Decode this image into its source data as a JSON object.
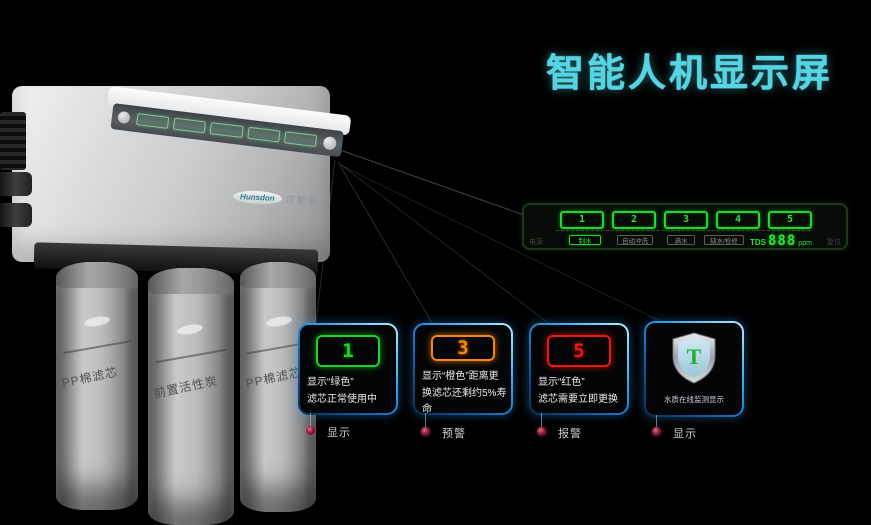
{
  "title": "智能人机显示屏",
  "machine": {
    "brand": "Hunsdon",
    "brand_cn": "汉斯顿",
    "filters": [
      "PP棉滤芯",
      "前置活性炭",
      "PP棉滤芯"
    ]
  },
  "panel": {
    "slots": [
      "1",
      "2",
      "3",
      "4",
      "5"
    ],
    "power_label": "电源",
    "reset_label": "复位",
    "status_labels": [
      "制水",
      "自动冲洗",
      "满水",
      "缺水/检修"
    ],
    "tds_label": "TDS",
    "tds_value": "888",
    "tds_unit": "ppm"
  },
  "callouts": [
    {
      "badge": "1",
      "line1": "显示“绿色”",
      "line2": "滤芯正常使用中",
      "tag": "显示"
    },
    {
      "badge": "3",
      "line1": "显示“橙色”距离更",
      "line2": "换滤芯还剩约5%寿命",
      "tag": "预警"
    },
    {
      "badge": "5",
      "line1": "显示“红色”",
      "line2": "滤芯需要立即更换",
      "tag": "报警"
    },
    {
      "badge": "T",
      "line1": "水质在线监测显示",
      "line2": "",
      "tag": "显示"
    }
  ],
  "colors": {
    "title_cyan": "#52d6e6",
    "status_green": "#23d12b",
    "status_orange": "#f5860f",
    "status_red": "#f01510",
    "display_green": "#2be336",
    "callout_border_blue": "#2f9fe8"
  }
}
